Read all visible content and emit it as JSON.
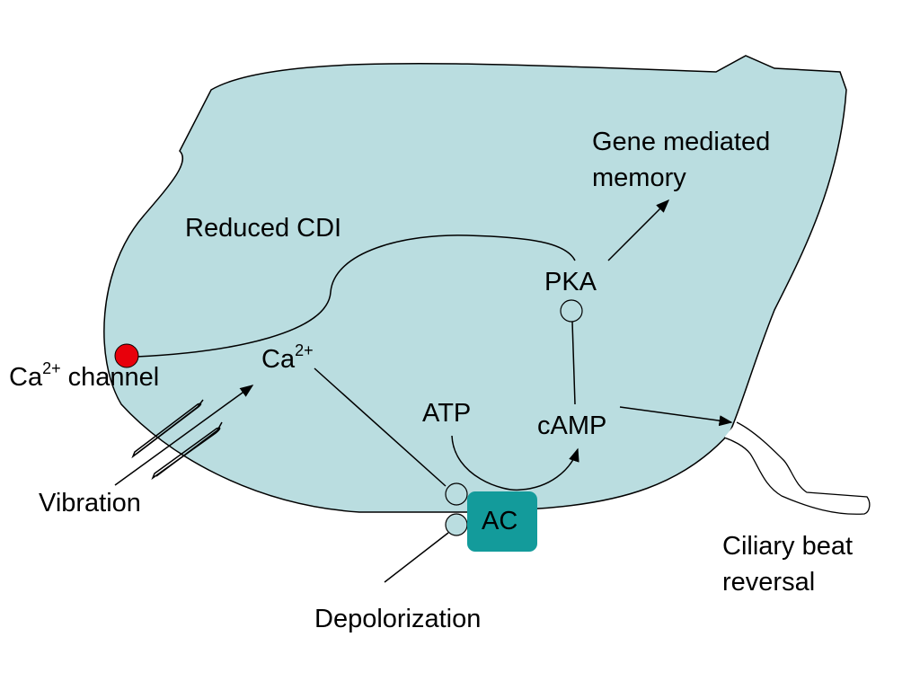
{
  "colors": {
    "cell": "#badde0",
    "ca_channel": "#e8000b",
    "ac_box": "#139b9b",
    "line": "#000000"
  },
  "labels": {
    "gene_memory_1": "Gene mediated",
    "gene_memory_2": "memory",
    "reduced_cdi": "Reduced CDI",
    "pka": "PKA",
    "ca_ion": "Ca",
    "ca_ion_sup": "2+",
    "ca_channel": "Ca",
    "ca_channel_sup": "2+",
    "ca_channel_rest": " channel",
    "atp": "ATP",
    "camp": "cAMP",
    "vibration": "Vibration",
    "ac": "AC",
    "ciliary_1": "Ciliary beat",
    "ciliary_2": "reversal",
    "depolarization": "Depolorization"
  }
}
